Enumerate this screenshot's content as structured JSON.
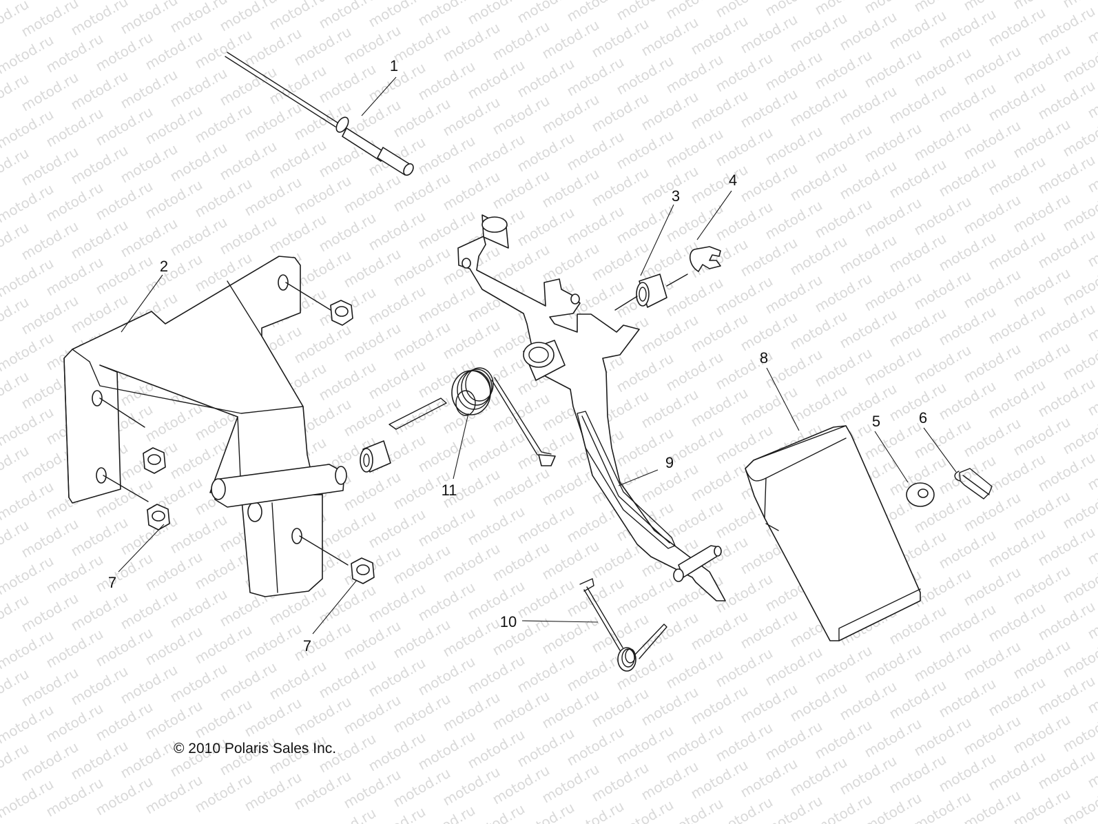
{
  "watermark": "motod.ru",
  "copyright": "© 2010 Polaris Sales Inc.",
  "callouts": [
    {
      "id": "c1",
      "label": "1"
    },
    {
      "id": "c2",
      "label": "2"
    },
    {
      "id": "c3",
      "label": "3"
    },
    {
      "id": "c4",
      "label": "4"
    },
    {
      "id": "c5",
      "label": "5"
    },
    {
      "id": "c6",
      "label": "6"
    },
    {
      "id": "c7a",
      "label": "7"
    },
    {
      "id": "c7b",
      "label": "7"
    },
    {
      "id": "c8",
      "label": "8"
    },
    {
      "id": "c9",
      "label": "9"
    },
    {
      "id": "c10",
      "label": "10"
    },
    {
      "id": "c11",
      "label": "11"
    }
  ]
}
